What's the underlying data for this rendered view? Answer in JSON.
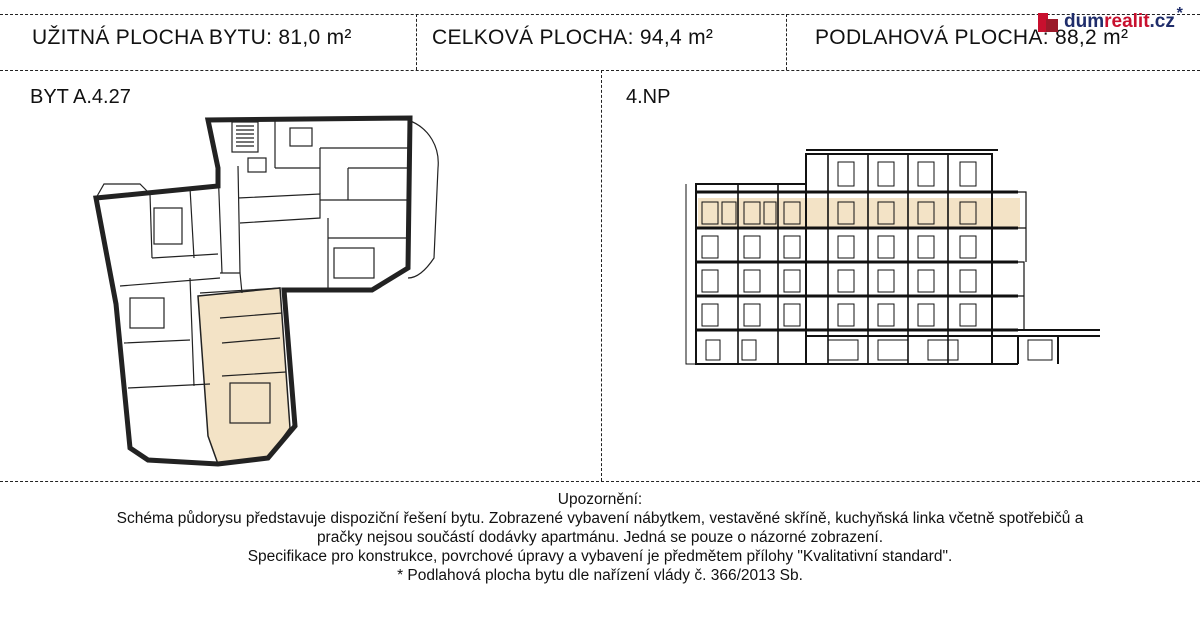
{
  "header": {
    "usable_area": "UŽITNÁ PLOCHA BYTU:  81,0 m²",
    "total_area": "CELKOVÁ PLOCHA:  94,4 m²",
    "floor_area": "PODLAHOVÁ PLOCHA:  88,2 m²"
  },
  "logo": {
    "brand_blue": "dum",
    "brand_red": "realit",
    "brand_suffix": ".cz",
    "star": "*",
    "colors": {
      "blue": "#1f2d6b",
      "red": "#c8102e"
    }
  },
  "plan": {
    "unit_label": "BYT A.4.27",
    "floor_label": "4.NP",
    "highlight_color": "#f3e3c6"
  },
  "notice": {
    "title": "Upozornění:",
    "line1": "Schéma půdorysu představuje dispoziční řešení bytu. Zobrazené vybavení nábytkem, vestavěné skříně, kuchyňská linka včetně spotřebičů a",
    "line2": "pračky nejsou součástí dodávky apartmánu. Jedná se pouze o názorné zobrazení.",
    "line3": "Specifikace pro konstrukce, povrchové úpravy a vybavení je předmětem přílohy \"Kvalitativní standard\".",
    "line4": "* Podlahová plocha bytu dle nařízení vlády č. 366/2013 Sb."
  }
}
